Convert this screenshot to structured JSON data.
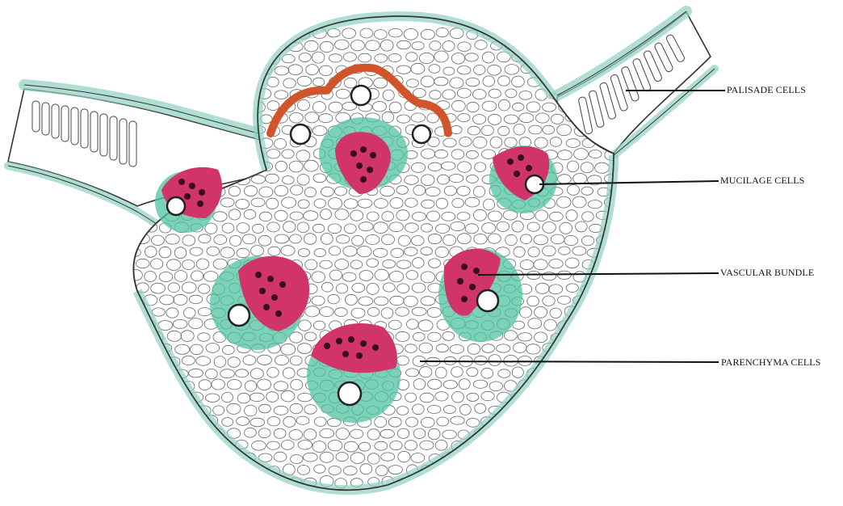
{
  "labels": {
    "palisade": "PALISADE CELLS",
    "mucilage": "MUCILAGE CELLS",
    "vascular": "VASCULAR BUNDLE",
    "parenchyma": "PARENCHYMA CELLS"
  },
  "colors": {
    "background": "#ffffff",
    "epidermis": "#bfe3dc",
    "xylem": "#d03468",
    "phloem": "#4fc3a1",
    "sclerenchyma": "#d2542a",
    "outline": "#333333",
    "leader_line": "#111111"
  }
}
